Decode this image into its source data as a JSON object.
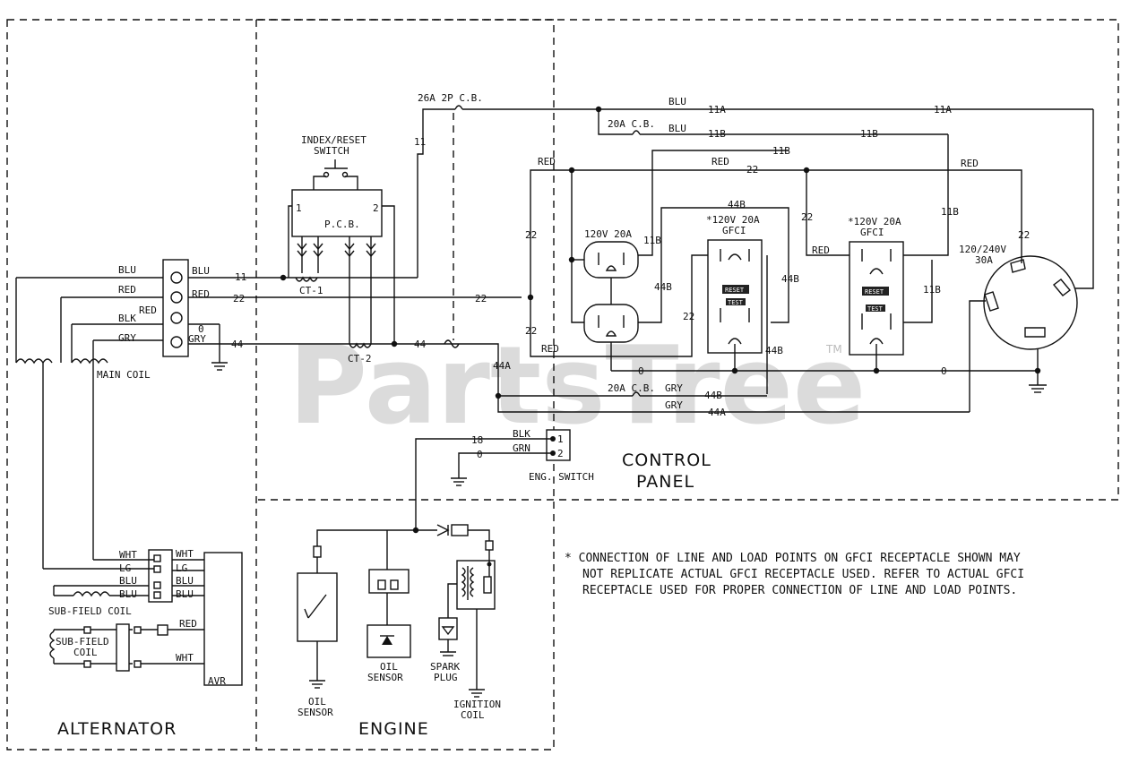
{
  "watermark": "PartsTree",
  "watermark_tm": "TM",
  "sections": {
    "alternator": "ALTERNATOR",
    "engine": "ENGINE",
    "control_panel_1": "CONTROL",
    "control_panel_2": "PANEL"
  },
  "note": {
    "line1": "* CONNECTION OF LINE AND LOAD POINTS  ON GFCI  RECEPTACLE SHOWN MAY",
    "line2": "NOT REPLICATE ACTUAL GFCI RECEPTACLE USED.  REFER TO ACTUAL GFCI",
    "line3": "RECEPTACLE USED FOR PROPER CONNECTION OF LINE AND LOAD POINTS."
  },
  "components": {
    "cb26": "26A  2P  C.B.",
    "cb20a": "20A  C.B.",
    "cb20b": "20A  C.B.",
    "switch_1": "INDEX/RESET",
    "switch_2": "SWITCH",
    "pcb": "P.C.B.",
    "pcb_1": "1",
    "pcb_2": "2",
    "ct1": "CT-1",
    "ct2": "CT-2",
    "recept_120": "120V  20A",
    "gfci1_1": "*120V  20A",
    "gfci1_2": "GFCI",
    "gfci2_1": "*120V  20A",
    "gfci2_2": "GFCI",
    "twist_1": "120/240V",
    "twist_2": "30A",
    "main_coil": "MAIN COIL",
    "sub_field_coil": "SUB-FIELD COIL",
    "sub_field_1": "SUB-FIELD",
    "sub_field_2": "COIL",
    "avr": "AVR",
    "eng_switch": "ENG. SWITCH",
    "oil_sensor_1a": "OIL",
    "oil_sensor_1b": "SENSOR",
    "oil_sensor_2a": "OIL",
    "oil_sensor_2b": "SENSOR",
    "spark_1": "SPARK",
    "spark_2": "PLUG",
    "ignition_1": "IGNITION",
    "ignition_2": "COIL",
    "reset": "RESET",
    "test": "TEST"
  },
  "wires": {
    "blu": "BLU",
    "red": "RED",
    "blk": "BLK",
    "gry": "GRY",
    "wht": "WHT",
    "lg": "LG",
    "grn": "GRN",
    "n11": "11",
    "n11a": "11A",
    "n11b": "11B",
    "n22": "22",
    "n0": "0",
    "n44": "44",
    "n44a": "44A",
    "n44b": "44B",
    "n18": "18",
    "t1": "1",
    "t2": "2"
  }
}
